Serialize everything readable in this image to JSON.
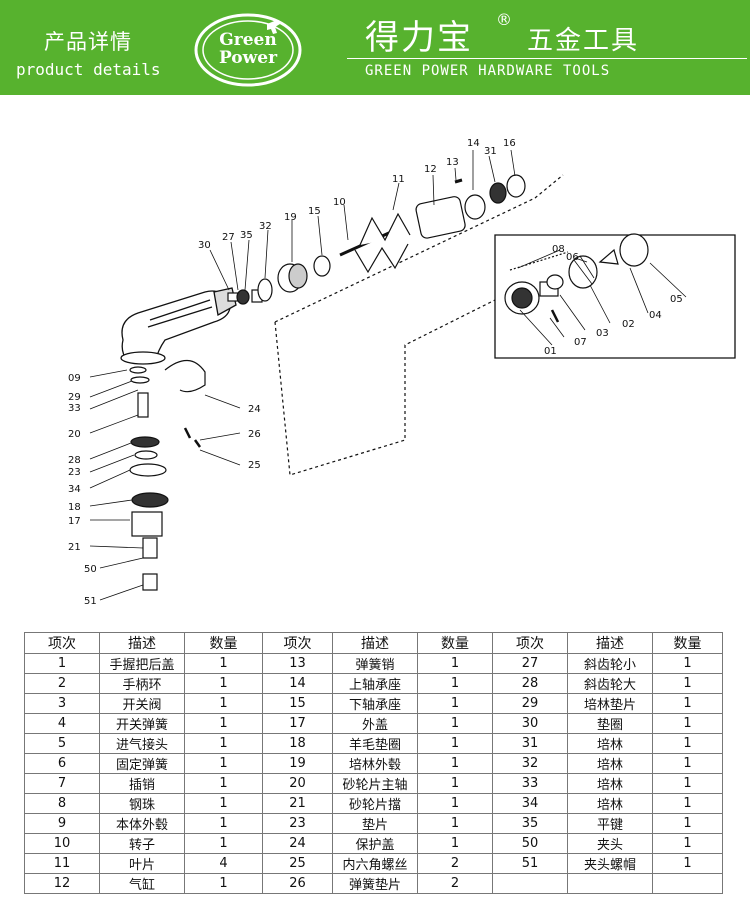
{
  "header": {
    "title_cn": "产品详情",
    "title_en": "product details",
    "logo_line1": "Green",
    "logo_line2": "Power",
    "brand_cn": "得力宝",
    "brand_mark": "®",
    "brand_sub_cn": "五金工具",
    "brand_en": "GREEN POWER  HARDWARE TOOLS"
  },
  "diagram_labels": [
    "14",
    "16",
    "13",
    "31",
    "12",
    "11",
    "10",
    "15",
    "19",
    "32",
    "35",
    "27",
    "30",
    "08",
    "06",
    "05",
    "04",
    "02",
    "03",
    "07",
    "01",
    "09",
    "29",
    "33",
    "20",
    "24",
    "26",
    "28",
    "23",
    "34",
    "25",
    "18",
    "17",
    "21",
    "50",
    "51"
  ],
  "table": {
    "headers": [
      "项次",
      "描述",
      "数量",
      "项次",
      "描述",
      "数量",
      "项次",
      "描述",
      "数量"
    ],
    "rows": [
      [
        "1",
        "手握把后盖",
        "1",
        "13",
        "弹簧销",
        "1",
        "27",
        "斜齿轮小",
        "1"
      ],
      [
        "2",
        "手柄环",
        "1",
        "14",
        "上轴承座",
        "1",
        "28",
        "斜齿轮大",
        "1"
      ],
      [
        "3",
        "开关阀",
        "1",
        "15",
        "下轴承座",
        "1",
        "29",
        "培林垫片",
        "1"
      ],
      [
        "4",
        "开关弹簧",
        "1",
        "17",
        "外盖",
        "1",
        "30",
        "垫圈",
        "1"
      ],
      [
        "5",
        "进气接头",
        "1",
        "18",
        "羊毛垫圈",
        "1",
        "31",
        "培林",
        "1"
      ],
      [
        "6",
        "固定弹簧",
        "1",
        "19",
        "培林外毂",
        "1",
        "32",
        "培林",
        "1"
      ],
      [
        "7",
        "插销",
        "1",
        "20",
        "砂轮片主轴",
        "1",
        "33",
        "培林",
        "1"
      ],
      [
        "8",
        "钢珠",
        "1",
        "21",
        "砂轮片擋",
        "1",
        "34",
        "培林",
        "1"
      ],
      [
        "9",
        "本体外毂",
        "1",
        "23",
        "垫片",
        "1",
        "35",
        "平键",
        "1"
      ],
      [
        "10",
        "转子",
        "1",
        "24",
        "保护盖",
        "1",
        "50",
        "夹头",
        "1"
      ],
      [
        "11",
        "叶片",
        "4",
        "25",
        "内六角螺丝",
        "2",
        "51",
        "夹头螺帽",
        "1"
      ],
      [
        "12",
        "气缸",
        "1",
        "26",
        "弹簧垫片",
        "2",
        "",
        "",
        " "
      ]
    ]
  },
  "colors": {
    "banner": "#57b22e",
    "line": "#111111"
  }
}
